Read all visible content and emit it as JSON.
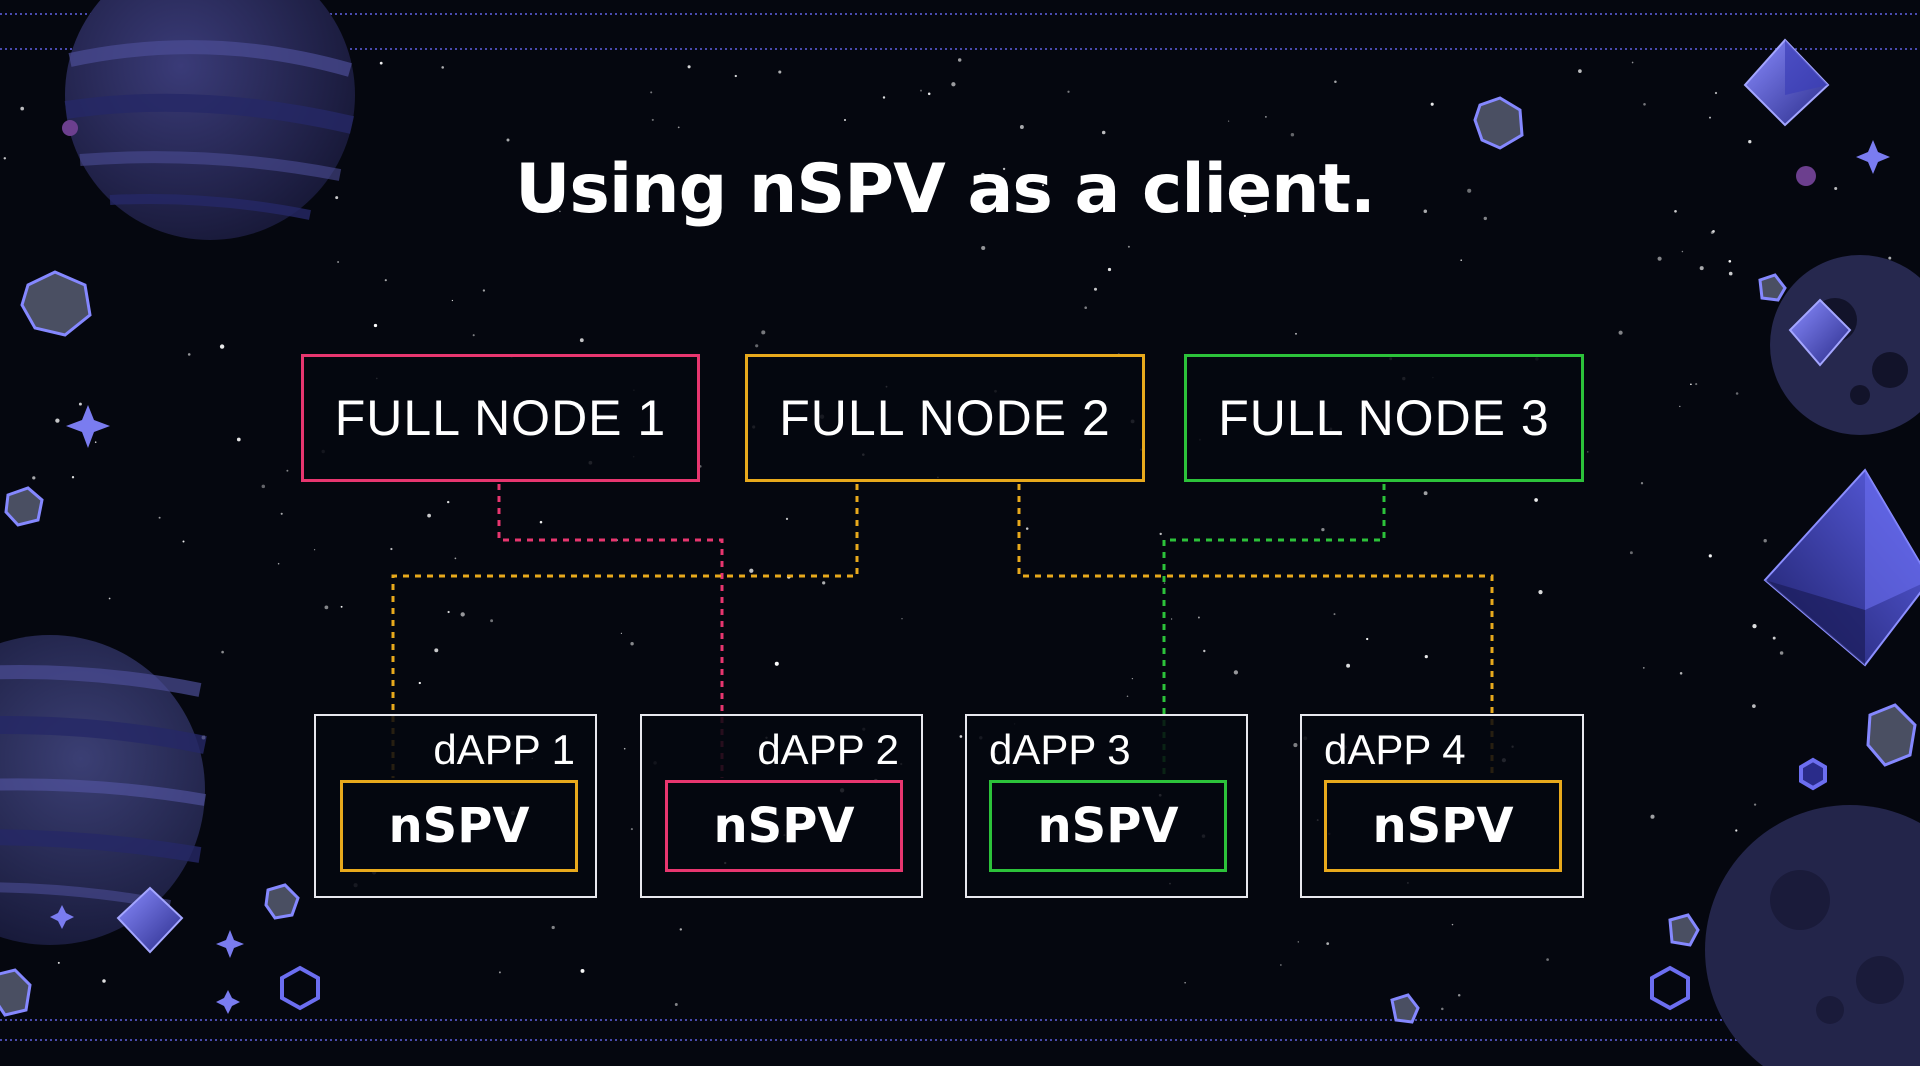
{
  "title": "Using nSPV as a client.",
  "colors": {
    "background": "#05070f",
    "pink": "#e8366f",
    "orange": "#e8a91c",
    "green": "#2cc23a",
    "dapp_border": "#e8e8ee",
    "accent_line": "#5b5bd6"
  },
  "full_nodes": [
    {
      "label": "FULL NODE 1",
      "color": "#e8366f"
    },
    {
      "label": "FULL NODE 2",
      "color": "#e8a91c"
    },
    {
      "label": "FULL NODE 3",
      "color": "#2cc23a"
    }
  ],
  "dapps": [
    {
      "label": "dAPP 1",
      "client": "nSPV",
      "client_color": "#e8a91c"
    },
    {
      "label": "dAPP 2",
      "client": "nSPV",
      "client_color": "#e8366f"
    },
    {
      "label": "dAPP 3",
      "client": "nSPV",
      "client_color": "#2cc23a"
    },
    {
      "label": "dAPP 4",
      "client": "nSPV",
      "client_color": "#e8a91c"
    }
  ],
  "connections": [
    {
      "from": "FULL NODE 1",
      "to": "dAPP 2",
      "color": "#e8366f"
    },
    {
      "from": "FULL NODE 2",
      "to": "dAPP 1",
      "color": "#e8a91c"
    },
    {
      "from": "FULL NODE 2",
      "to": "dAPP 4",
      "color": "#e8a91c"
    },
    {
      "from": "FULL NODE 3",
      "to": "dAPP 3",
      "color": "#2cc23a"
    }
  ],
  "decorations": [
    "planet-icon",
    "asteroid-icon",
    "octahedron-icon",
    "sparkle-icon",
    "hexagon-icon"
  ]
}
